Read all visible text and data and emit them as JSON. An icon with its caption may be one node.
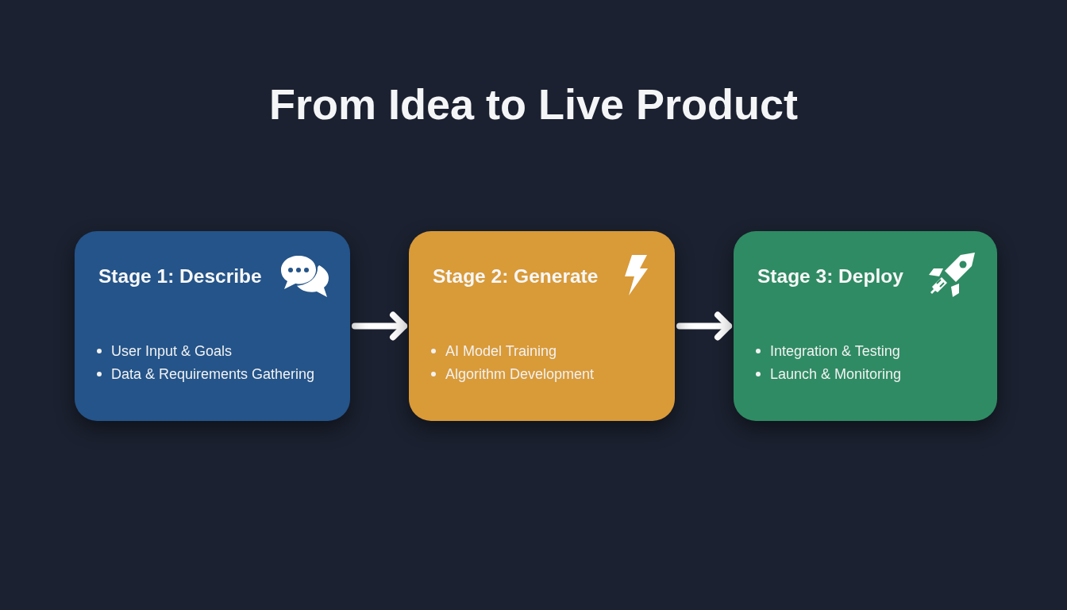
{
  "diagram": {
    "title": "From Idea to Live Product",
    "nodes": [
      {
        "text": [
          "Stage 1: Describe",
          "User Input & Goals",
          "Data & Requirements Gathering"
        ]
      },
      {
        "text": [
          "Stage 2: Generate",
          "AI Model Training",
          "Algorithm Development"
        ]
      },
      {
        "text": [
          "Stage 3: Deploy",
          "Integration & Testing",
          "Launch & Monitoring"
        ]
      }
    ],
    "edges": [
      {
        "from": 0,
        "to": 1,
        "arrow": "to"
      },
      {
        "from": 1,
        "to": 2,
        "arrow": "to"
      }
    ]
  }
}
